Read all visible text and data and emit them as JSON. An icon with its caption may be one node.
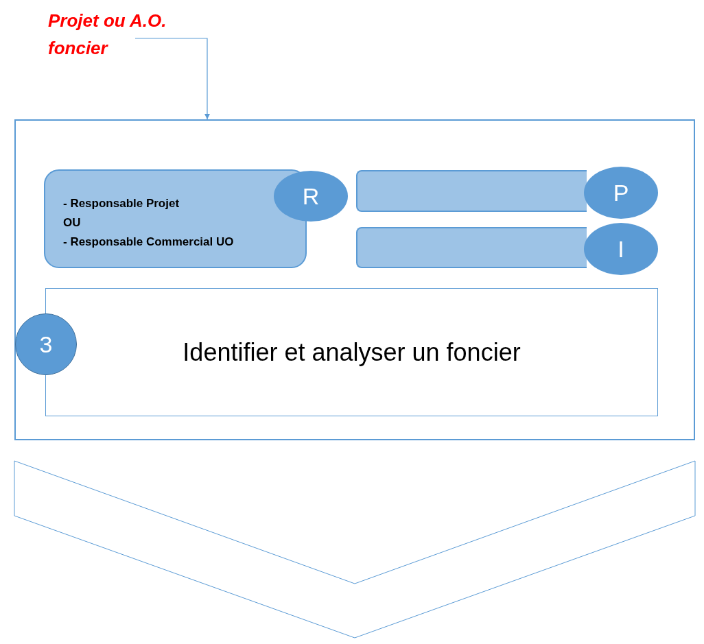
{
  "diagram": {
    "nodes": [
      {
        "text": [
          "Projet ou A.O. foncier"
        ]
      },
      {
        "text": [],
        "shape": "box"
      },
      {
        "text": [
          "- Responsable Projet",
          "OU",
          "- Responsable Commercial UO"
        ],
        "in": 1
      },
      {
        "text": [
          "R"
        ],
        "in": 1
      },
      {
        "text": [],
        "shape": "bar",
        "in": 1
      },
      {
        "text": [
          "P"
        ],
        "in": 1
      },
      {
        "text": [],
        "shape": "bar",
        "in": 1
      },
      {
        "text": [
          "I"
        ],
        "in": 1
      },
      {
        "text": [
          "Identifier et analyser un foncier"
        ],
        "in": 1
      },
      {
        "text": [
          "3"
        ],
        "in": 1
      },
      {
        "text": [],
        "shape": "chevron"
      }
    ],
    "edges": [
      {
        "from": 0,
        "to": 1,
        "arrow": "to"
      }
    ]
  }
}
